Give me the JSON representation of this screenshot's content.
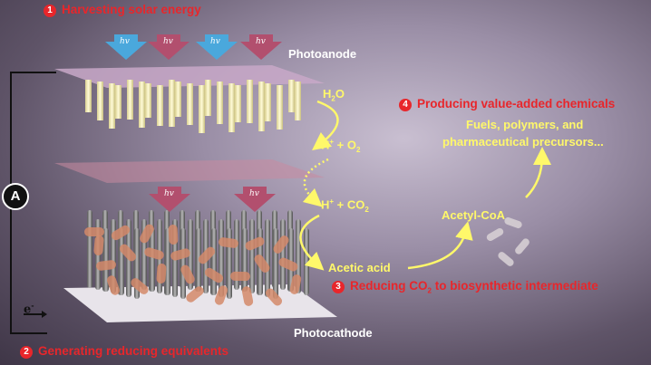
{
  "steps": {
    "s1": {
      "num": "1",
      "text": "Harvesting solar energy"
    },
    "s2": {
      "num": "2",
      "text": "Generating reducing equivalents"
    },
    "s3": {
      "num": "3",
      "text_a": "Reducing CO",
      "text_sub": "2",
      "text_b": " to biosynthetic intermediate"
    },
    "s4": {
      "num": "4",
      "text": "Producing value-added chemicals"
    }
  },
  "photoanode": "Photoanode",
  "photocathode": "Photocathode",
  "hv": "hv",
  "ammeter": "A",
  "electron": "e",
  "electron_sup": "-",
  "species": {
    "h2o_a": "H",
    "h2o_sub": "2",
    "h2o_b": "O",
    "h_o2_a": "H",
    "h_o2_sup": "+",
    "h_o2_b": " + O",
    "h_o2_sub": "2",
    "h_co2_a": "H",
    "h_co2_sup": "+",
    "h_co2_b": " + CO",
    "h_co2_sub": "2",
    "acetic": "Acetic acid",
    "acetyl": "Acetyl-CoA"
  },
  "products": {
    "line1": "Fuels, polymers, and",
    "line2": "pharmaceutical precursors..."
  },
  "colors": {
    "red": "#e8262b",
    "yellow": "#fff86a",
    "arrow_blue": "#4aa8dc",
    "arrow_mauve": "#b24f6e"
  }
}
